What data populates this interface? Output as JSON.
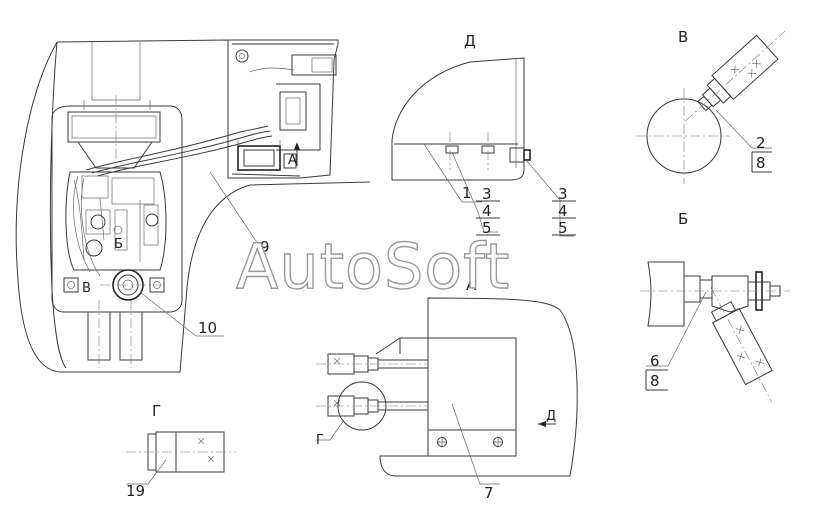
{
  "watermark": "AutoSoft",
  "view_labels": {
    "d": "Д",
    "v": "В",
    "b": "Б",
    "g": "Г",
    "a": "А"
  },
  "callouts": {
    "c1": "1",
    "c2": "2",
    "c3a": "3",
    "c3b": "3",
    "c4a": "4",
    "c4b": "4",
    "c5a": "5",
    "c5b": "5",
    "c6": "6",
    "c7": "7",
    "c8a": "8",
    "c8b": "8",
    "c9": "9",
    "c10": "10",
    "c19": "19"
  },
  "inline_labels": {
    "a_arrow": "А",
    "b_mark": "Б",
    "v_mark": "В",
    "g_mark": "Г",
    "d_arrow": "Д"
  }
}
